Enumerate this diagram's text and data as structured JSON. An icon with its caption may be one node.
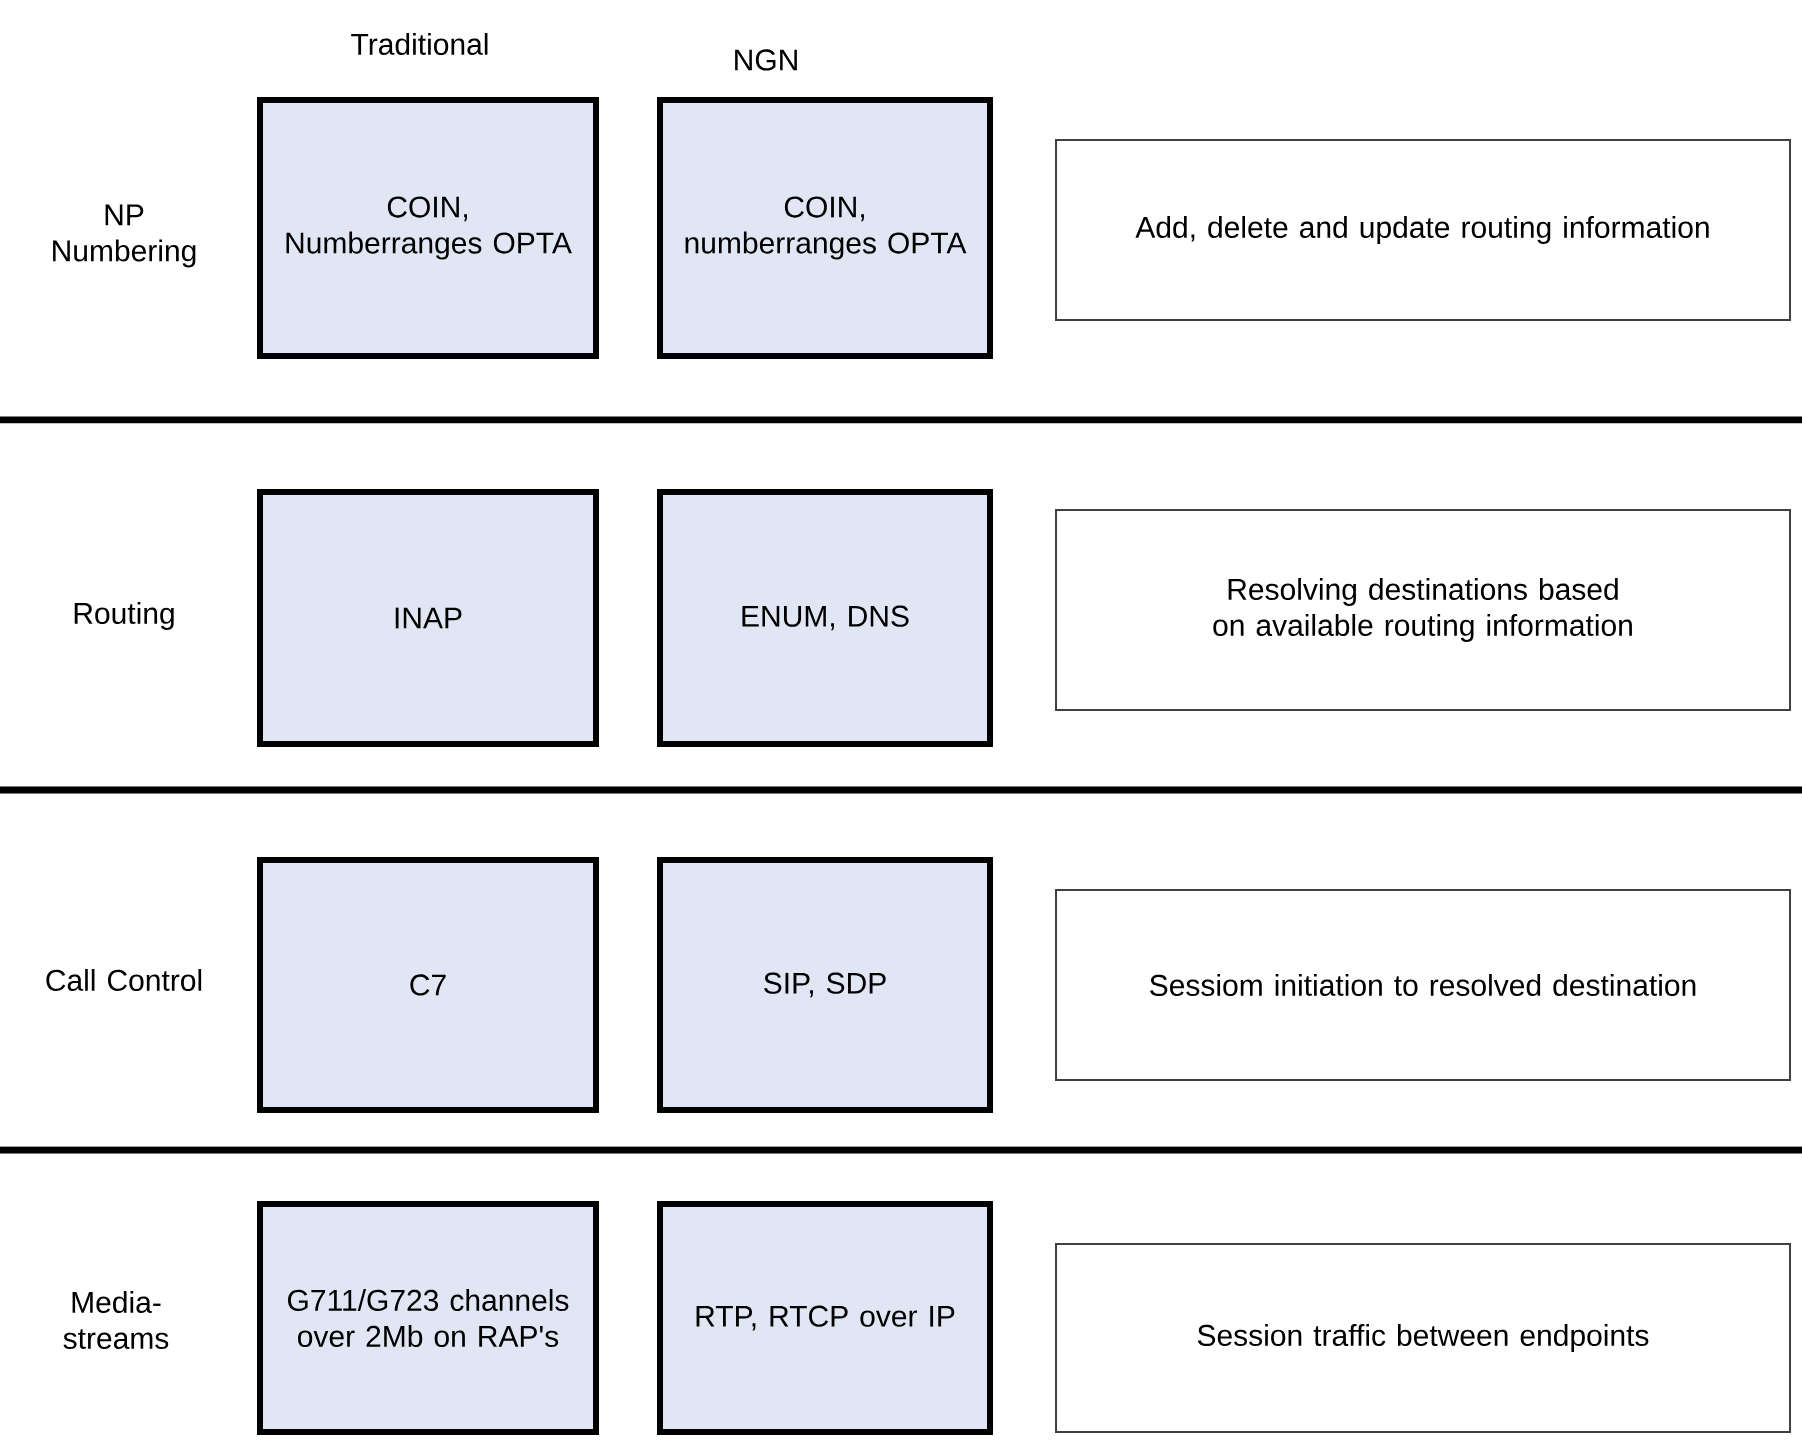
{
  "diagram": {
    "nodes": [
      {
        "text": [
          "COIN, Numberranges OPTA"
        ]
      },
      {
        "text": [
          "COIN, numberranges OPTA"
        ]
      },
      {
        "text": [
          "Add, delete and update routing information"
        ]
      },
      {
        "text": [
          "INAP"
        ]
      },
      {
        "text": [
          "ENUM, DNS"
        ]
      },
      {
        "text": [
          "Resolving destinations based on available routing information"
        ]
      },
      {
        "text": [
          "C7"
        ]
      },
      {
        "text": [
          "SIP, SDP"
        ]
      },
      {
        "text": [
          "Sessiom initiation to resolved destination"
        ]
      },
      {
        "text": [
          "G711/G723 channels over 2Mb on RAP's"
        ]
      },
      {
        "text": [
          "RTP, RTCP over IP"
        ]
      },
      {
        "text": [
          "Session traffic between endpoints"
        ]
      }
    ],
    "labels": [
      "Traditional",
      "NGN",
      "NP Numbering",
      "Routing",
      "Call Control",
      "Media-streams"
    ]
  }
}
